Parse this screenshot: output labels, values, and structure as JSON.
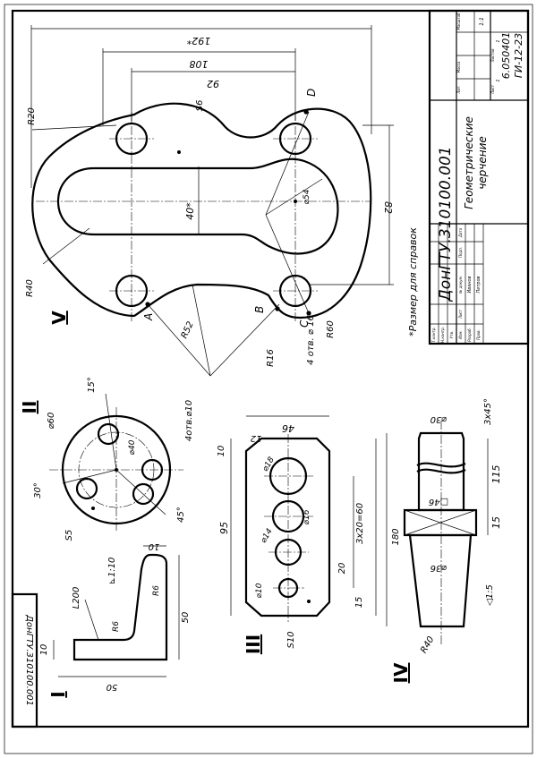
{
  "title_block": {
    "designation": "ДонГТУ.310100.001",
    "name_line1": "Геометрические",
    "name_line2": "черчение",
    "sheet": "1",
    "sheets": "1",
    "scale": "1:1",
    "col_lit": "Лит.",
    "col_sheet": "Лист",
    "col_sheets": "Листов",
    "col_mass": "Масса",
    "col_scale": "Масштаб",
    "org_code": "6.050401",
    "group": "ГИ-12-23",
    "row_izm": "Изм.",
    "row_list": "Лист",
    "row_ndok": "№ докум.",
    "row_podp": "Подп.",
    "row_data": "Дата",
    "row_razrab": "Разраб.",
    "row_prov": "Пров.",
    "row_tkontr": "Т.контр.",
    "row_nkontr": "Н.контр.",
    "row_utv": "Утв.",
    "author": "Иванов",
    "checker": "Петров"
  },
  "stamp_corner": "ДонГТУ.310100.001",
  "note": "*Размер для справок",
  "views": {
    "v": {
      "label": "V",
      "dims": {
        "d192": "192*",
        "d108": "108",
        "d92": "92",
        "d82": "82",
        "d40": "40*",
        "r20": "R20",
        "r40": "R40",
        "r52": "R52",
        "r16": "R16",
        "r60": "R60",
        "s6": "S6",
        "d54": "⌀54",
        "holes": "4 отв. ⌀ 16"
      },
      "points": {
        "a": "A",
        "b": "B",
        "c": "C",
        "d": "D"
      }
    },
    "ii": {
      "label": "II",
      "dims": {
        "d60": "⌀60",
        "d40": "⌀40",
        "a15": "15°",
        "a30": "30°",
        "a45": "45°",
        "holes": "4отв.⌀10",
        "s5": "S5"
      }
    },
    "iii": {
      "label": "III",
      "dims": {
        "d46": "46",
        "d12": "12",
        "d10": "10",
        "d95": "95",
        "d20": "20",
        "d15": "15",
        "d3x20": "3x20=60",
        "dia18": "⌀18",
        "dia16": "⌀16",
        "dia14": "⌀14",
        "dia10": "⌀10",
        "s10": "S10"
      }
    },
    "iv": {
      "label": "IV",
      "dims": {
        "d30": "⌀30",
        "ch": "3x45°",
        "sq": "□46",
        "d115": "115",
        "d180": "180",
        "d15": "15",
        "dia36": "⌀36",
        "r40": "R40",
        "taper": "◁1:5"
      }
    },
    "i": {
      "label": "I",
      "dims": {
        "d10": "10",
        "d50w": "50",
        "d50h": "50",
        "d10t": "10",
        "l200": "L200",
        "angle": "⊾1:10",
        "r6": "R6",
        "r6b": "R6"
      }
    }
  },
  "colors": {
    "ink": "#000000",
    "paper": "#ffffff"
  }
}
